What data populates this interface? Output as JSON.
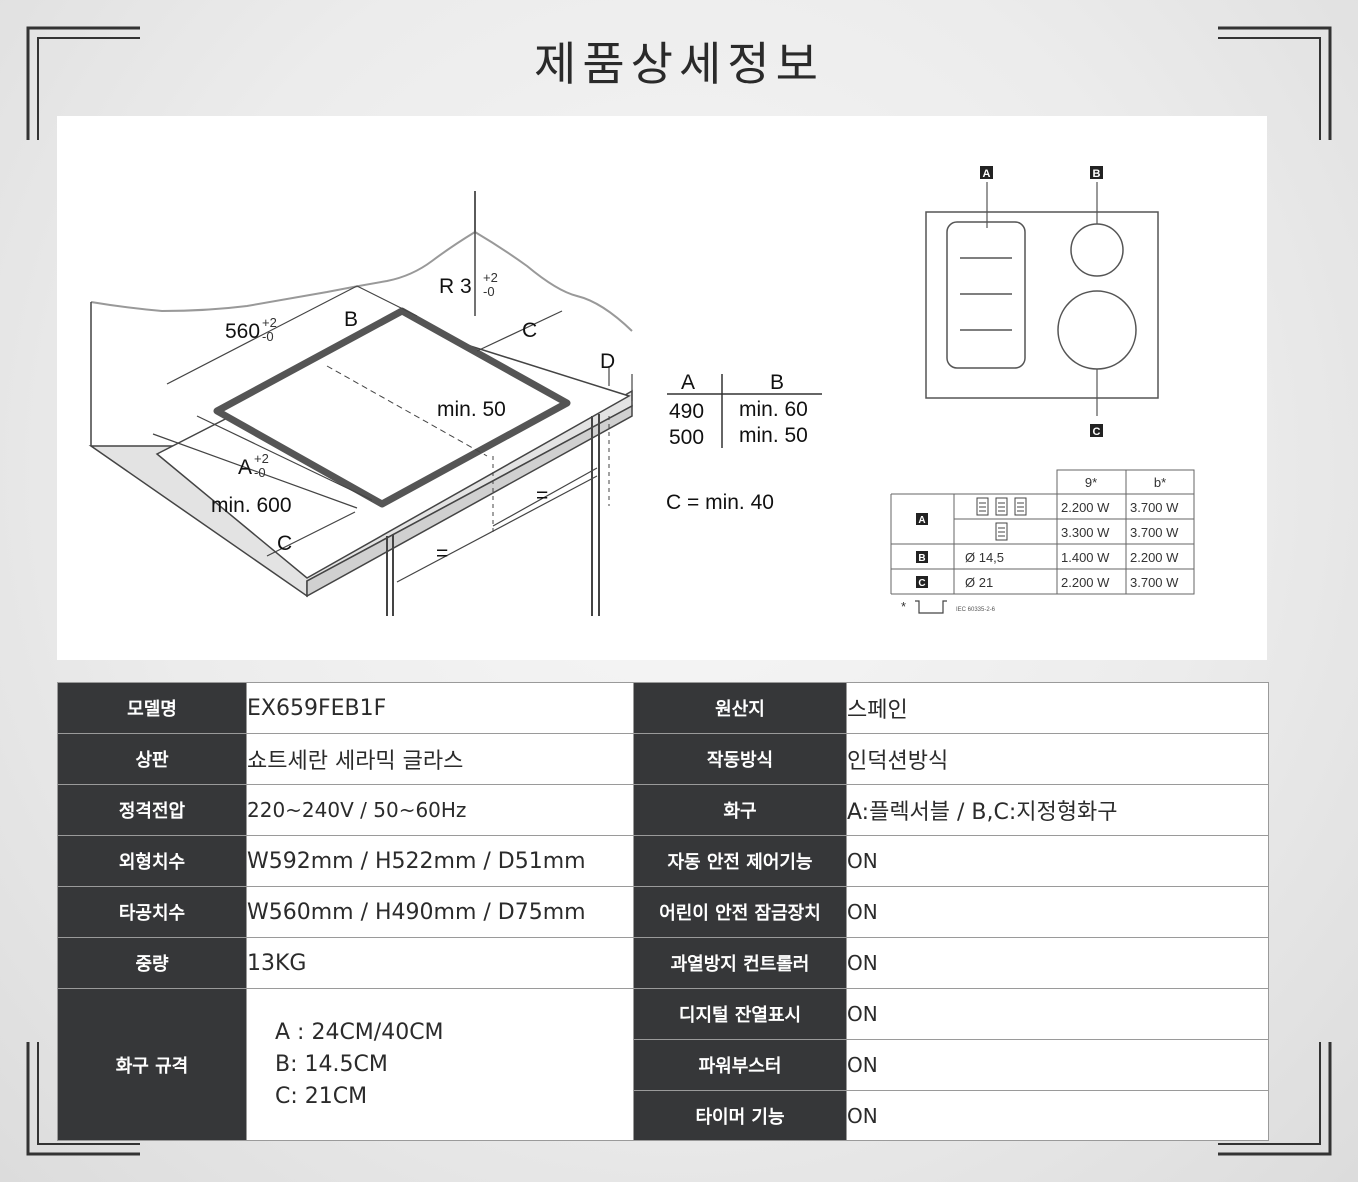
{
  "title": "제품상세정보",
  "diagram": {
    "labels": {
      "width_dim": "560",
      "width_tol_plus": "+2",
      "width_tol_minus": "-0",
      "b": "B",
      "radius": "R 3",
      "radius_tol_plus": "+2",
      "radius_tol_minus": "-0",
      "c_top": "C",
      "d": "D",
      "min50": "min. 50",
      "a_dim": "A",
      "a_tol_plus": "+2",
      "a_tol_minus": "-0",
      "min600": "min. 600",
      "c_bottom": "C",
      "eq1": "=",
      "eq2": "="
    },
    "ab_table": {
      "headers": [
        "A",
        "B"
      ],
      "rows": [
        [
          "490",
          "min. 60"
        ],
        [
          "500",
          "min. 50"
        ]
      ]
    },
    "c_note": "C = min. 40",
    "zones": {
      "a": "A",
      "b": "B",
      "c": "C"
    },
    "power_table": {
      "col1": "9*",
      "col2": "b*",
      "rows": [
        {
          "zone": "A",
          "desc": "",
          "v1": "2.200 W",
          "v2": "3.700 W"
        },
        {
          "zone": "",
          "desc": "",
          "v1": "3.300 W",
          "v2": "3.700 W"
        },
        {
          "zone": "B",
          "desc": "Ø 14,5",
          "v1": "1.400 W",
          "v2": "2.200 W"
        },
        {
          "zone": "C",
          "desc": "Ø 21",
          "v1": "2.200 W",
          "v2": "3.700 W"
        }
      ],
      "footnote_star": "*",
      "footnote": "IEC 60335-2-6"
    }
  },
  "specs": {
    "model_label": "모델명",
    "model_value": "EX659FEB1F",
    "origin_label": "원산지",
    "origin_value": "스페인",
    "top_label": "상판",
    "top_value": "쇼트세란 세라믹 글라스",
    "operation_label": "작동방식",
    "operation_value": "인덕션방식",
    "voltage_label": "정격전압",
    "voltage_value": "220~240V / 50~60Hz",
    "burner_label": "화구",
    "burner_value": "A:플렉서블 / B,C:지정형화구",
    "outer_label": "외형치수",
    "outer_value": "W592mm / H522mm / D51mm",
    "auto_safety_label": "자동 안전 제어기능",
    "auto_safety_value": "ON",
    "cutout_label": "타공치수",
    "cutout_value": "W560mm / H490mm / D75mm",
    "child_lock_label": "어린이 안전 잠금장치",
    "child_lock_value": "ON",
    "weight_label": "중량",
    "weight_value": "13KG",
    "overheat_label": "과열방지 컨트롤러",
    "overheat_value": "ON",
    "burner_size_label": "화구 규격",
    "burner_size_a": "A : 24CM/40CM",
    "burner_size_b": "B: 14.5CM",
    "burner_size_c": "C: 21CM",
    "digital_label": "디지털 잔열표시",
    "digital_value": "ON",
    "booster_label": "파워부스터",
    "booster_value": "ON",
    "timer_label": "타이머 기능",
    "timer_value": "ON"
  }
}
